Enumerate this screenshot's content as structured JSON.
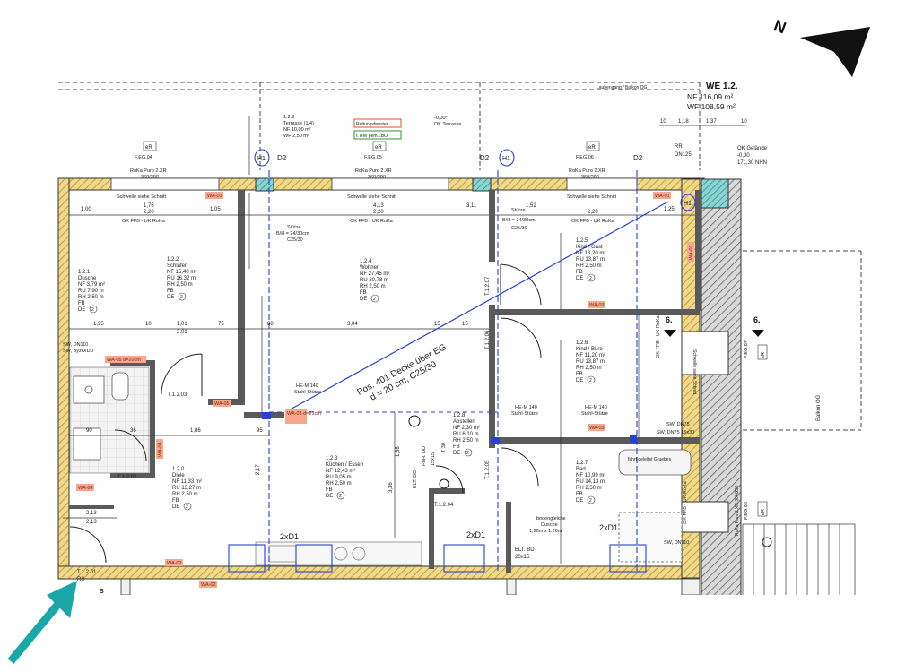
{
  "unit": {
    "name": "WE 1.2.",
    "nf": "NF  116,09 m²",
    "wf": "WF  108,59 m²"
  },
  "north_label": "N",
  "top_notes": {
    "laubengang": "Laubengang / Balkon OG",
    "ok_gelaende": "OK Gelände",
    "ok_gelaende_val": "-0,30",
    "ok_gelaende_nhn": "171,30 NHN",
    "terrasse_lines": [
      "1.2.9",
      "Terrasse (1/4)",
      "NF 10,00 m²",
      "WF  2,50 m²"
    ],
    "ok_terrasse": "OK Terrasse",
    "ok_terrasse_val": "-0,00°",
    "red_box": "Rettungsfenster",
    "green_box": "f. RW gem.LBO",
    "dn_label": [
      "RR",
      "DN125"
    ]
  },
  "windows": [
    {
      "tag": "eR",
      "code": "F.EG.04",
      "type": "RoKa Puro 2.XR",
      "size": "360/290"
    },
    {
      "tag": "eR",
      "code": "F.EG.05",
      "type": "RoKa Puro 2.XR",
      "size": "360/290"
    },
    {
      "tag": "eR",
      "code": "F.EG.06",
      "type": "RoKa Puro 2.XR",
      "size": "360/290"
    }
  ],
  "schwelle": "Schwelle siehe Schnitt",
  "h1": "H1",
  "d2": "D2",
  "ok_ffb": "OK FFB - UK RoKa",
  "rooms": [
    {
      "id": "1.2.1",
      "name": "Dusche",
      "nf": "NF 3,79 m²",
      "ru": "RU 7,90 m",
      "rh": "RH  2,50 m",
      "fb": "FB",
      "de": "DE",
      "de_num": "2"
    },
    {
      "id": "1.2.2",
      "name": "Schlafen",
      "nf": "NF 15,40 m²",
      "ru": "RU 16,32 m",
      "rh": "RH  2,50 m",
      "fb": "FB",
      "de": "DE",
      "de_num": "2"
    },
    {
      "id": "1.2.4",
      "name": "Wohnen",
      "nf": "NF 27,45 m²",
      "ru": "RU 20,78 m",
      "rh": "RH  2,50 m",
      "fb": "FB",
      "de": "DE",
      "de_num": "2"
    },
    {
      "id": "1.2.5",
      "name": "Kind / Gast",
      "nf": "NF 13,20 m²",
      "ru": "RU 13,87 m",
      "rh": "RH  2,50 m",
      "fb": "FB",
      "de": "DE",
      "de_num": "2"
    },
    {
      "id": "1.2.6",
      "name": "Kind / Büro",
      "nf": "NF 11,20 m²",
      "ru": "RU 13,87 m",
      "rh": "RH  2,50 m",
      "fb": "FB",
      "de": "DE",
      "de_num": "2"
    },
    {
      "id": "1.2.0",
      "name": "Diele",
      "nf": "NF 11,33 m²",
      "ru": "RU 13,27 m",
      "rh": "RH  2,50 m",
      "fb": "FB",
      "de": "DE",
      "de_num": "2"
    },
    {
      "id": "1.2.3",
      "name": "Küchen / Essen",
      "nf": "NF 12,43 m²",
      "ru": "RU  9,05 m",
      "rh": "RH  2,50 m",
      "fb": "FB",
      "de": "DE",
      "de_num": "2"
    },
    {
      "id": "1.2.8",
      "name": "Abstellen",
      "nf": "NF 2,30 m²",
      "ru": "RU 6,10 m",
      "rh": "RH  2,50 m",
      "fb": "FB",
      "de": "DE",
      "de_num": "2"
    },
    {
      "id": "1.2.7",
      "name": "Bad",
      "nf": "NF 10,99 m²",
      "ru": "RU 14,13 m",
      "rh": "RH  2,50 m",
      "fb": "FB",
      "de": "DE",
      "de_num": "2"
    }
  ],
  "stuetze1": [
    "Stütze",
    "B/H = 24/30cm",
    "C25/30"
  ],
  "stuetze2": [
    "Stütze",
    "B/H = 24/30cm",
    "C25/30"
  ],
  "hem1": [
    "HE-M 140",
    "Stahl-Stütze"
  ],
  "hem2": [
    "HE-M 140",
    "Stahl-Stütze"
  ],
  "hem3": [
    "HE-M 140",
    "Stahl-Stütze"
  ],
  "pos401": [
    "Pos. 401 Decke über EG",
    "d = 20 cm, C25/30"
  ],
  "doors": [
    "T.1.2.03",
    "T.1.2.02",
    "T.1.2.01",
    "T.1.2.07",
    "T.1.2.06",
    "T.1.2.05",
    "T.1.2.04"
  ],
  "door_extra": [
    "T 30",
    "RS",
    "FBH. DD",
    "15x15",
    "ELT. DD"
  ],
  "wa_tags": [
    "WA-01",
    "WA-01",
    "WA-01",
    "WA-02",
    "WA-02",
    "WA-03",
    "WA-03",
    "WA-04",
    "WA-04",
    "WA-05",
    "WA-05 d=20cm",
    "WA-03 d=21cm"
  ],
  "dims_top": [
    "1,00",
    "1,76",
    "2,20",
    "1,05",
    "4,13",
    "2,20",
    "3,11",
    "1,52",
    "2,20",
    "1,25"
  ],
  "dims_mid": [
    "1,95",
    "10",
    "1,01",
    "2,01",
    "75",
    "80",
    "3,04",
    "15",
    "15"
  ],
  "dims_low": [
    "1,86",
    "95",
    "90",
    "36",
    "2,13",
    "2,13",
    "2,17",
    "3,36",
    "1,88"
  ],
  "dim_right": [
    "1,18",
    "1,37",
    "10",
    "10"
  ],
  "section": "6.",
  "sw_labels": [
    "SW, DN110",
    "SW, ByzO/DD",
    "SW, DN75",
    "SW, DN110",
    "SW, DN75 15x30"
  ],
  "dusche_notes": [
    "bodengleiche",
    "Dusche",
    "1,20m x 1,20m"
  ],
  "twod1": "2xD1",
  "elt": "ELT. BD",
  "elt_size": "20x15",
  "fenster_right": [
    "F.EG.07",
    "F.EG.08",
    "RoKa Puro 2.XR 300/290"
  ],
  "balkon": "Balkon OG",
  "marker_s": "S",
  "schwelle_vertical": "Schwelle siehe Schnitt",
  "bad_fixture": "fahrt geleitet Gruebes",
  "accent_wall": "#d5b24c",
  "accent_blue": "#2840d8",
  "accent_red": "#e05020",
  "accent_teal": "#1aa7a8"
}
